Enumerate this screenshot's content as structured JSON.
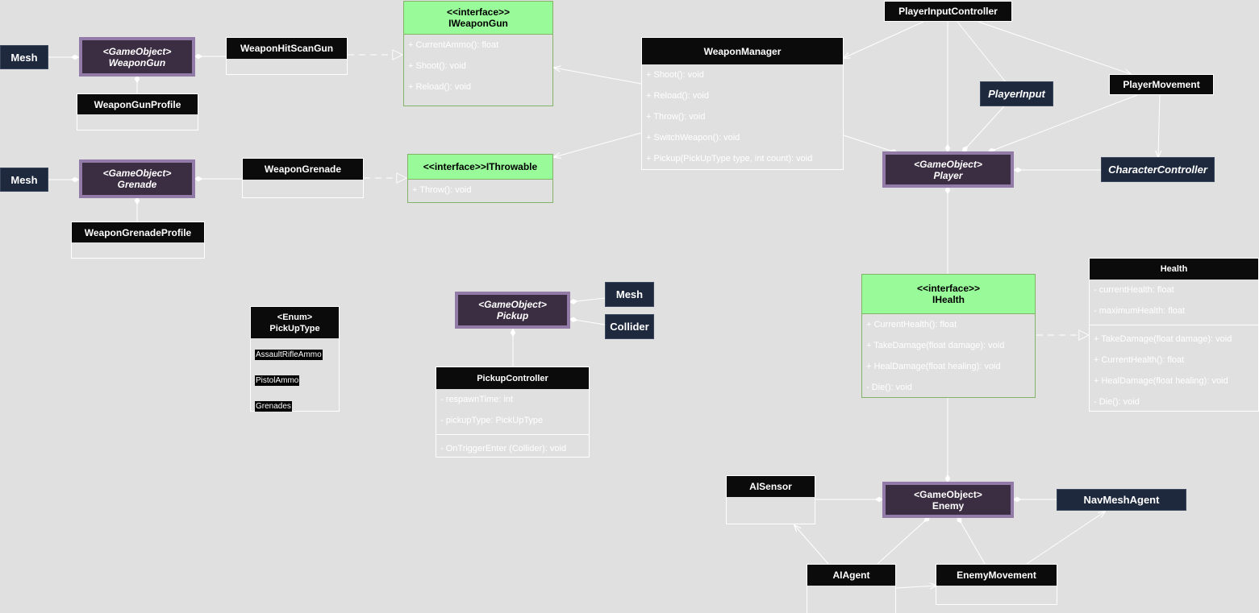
{
  "mesh_label": "Mesh",
  "collider_label": "Collider",
  "weapon_gun": {
    "stereotype": "<GameObject>",
    "name": "WeaponGun"
  },
  "grenade": {
    "stereotype": "<GameObject>",
    "name": "Grenade"
  },
  "pickup": {
    "stereotype": "<GameObject>",
    "name": "Pickup"
  },
  "player": {
    "stereotype": "<GameObject>",
    "name": "Player"
  },
  "enemy": {
    "stereotype": "<GameObject>",
    "name": "Enemy"
  },
  "weapon_hitscan_gun": {
    "name": "WeaponHitScanGun"
  },
  "weapon_gun_profile": {
    "name": "WeaponGunProfile"
  },
  "weapon_grenade": {
    "name": "WeaponGrenade"
  },
  "weapon_grenade_profile": {
    "name": "WeaponGrenadeProfile"
  },
  "iweapongun": {
    "stereotype": "<<interface>>",
    "name": "IWeaponGun",
    "members": [
      "+ CurrentAmmo(): float",
      "+ Shoot(): void",
      "+ Reload(): void"
    ]
  },
  "ithrowable": {
    "title": "<<interface>>IThrowable",
    "members": [
      "+ Throw(): void"
    ]
  },
  "weapon_manager": {
    "name": "WeaponManager",
    "members": [
      "+ Shoot(): void",
      "+ Reload(): void",
      "+ Throw(): void",
      "+ SwitchWeapon(): void",
      "+ Pickup(PickUpType type, int count): void"
    ]
  },
  "player_input_controller": {
    "name": "PlayerInputController"
  },
  "player_input": {
    "name": "PlayerInput"
  },
  "player_movement": {
    "name": "PlayerMovement"
  },
  "character_controller": {
    "name": "CharacterController"
  },
  "pickup_type": {
    "stereotype": "<Enum>",
    "name": "PickUpType",
    "items": [
      "AssaultRifleAmmo",
      "PistolAmmo",
      "Grenades"
    ]
  },
  "pickup_controller": {
    "name": "PickupController",
    "fields": [
      "- respawnTime: int",
      "- pickupType: PickUpType"
    ],
    "methods": [
      "- OnTriggerEnter (Collider): void"
    ]
  },
  "ihealth": {
    "stereotype": "<<interface>>",
    "name": "IHealth",
    "members": [
      "+ CurrentHealth(): float",
      "+ TakeDamage(float damage): void",
      "+ HealDamage(float healing): void",
      "- Die(): void"
    ]
  },
  "health": {
    "name": "Health",
    "fields": [
      "- currentHealth: float",
      "- maximumHealth: float"
    ],
    "methods": [
      "+ TakeDamage(float damage): void",
      "+ CurrentHealth(): float",
      "+ HealDamage(float healing): void",
      "- Die(): void"
    ]
  },
  "ai_sensor": {
    "name": "AISensor"
  },
  "nav_mesh_agent": {
    "name": "NavMeshAgent"
  },
  "ai_agent": {
    "name": "AIAgent"
  },
  "enemy_movement": {
    "name": "EnemyMovement"
  },
  "colors": {
    "background": "#e0e0e0",
    "gameobject_fill": "#3b2d42",
    "gameobject_border": "#927ba6",
    "component_fill": "#1e293e",
    "interface_fill": "#99fa99",
    "class_header": "#0b0b0b",
    "line": "#ffffff"
  }
}
